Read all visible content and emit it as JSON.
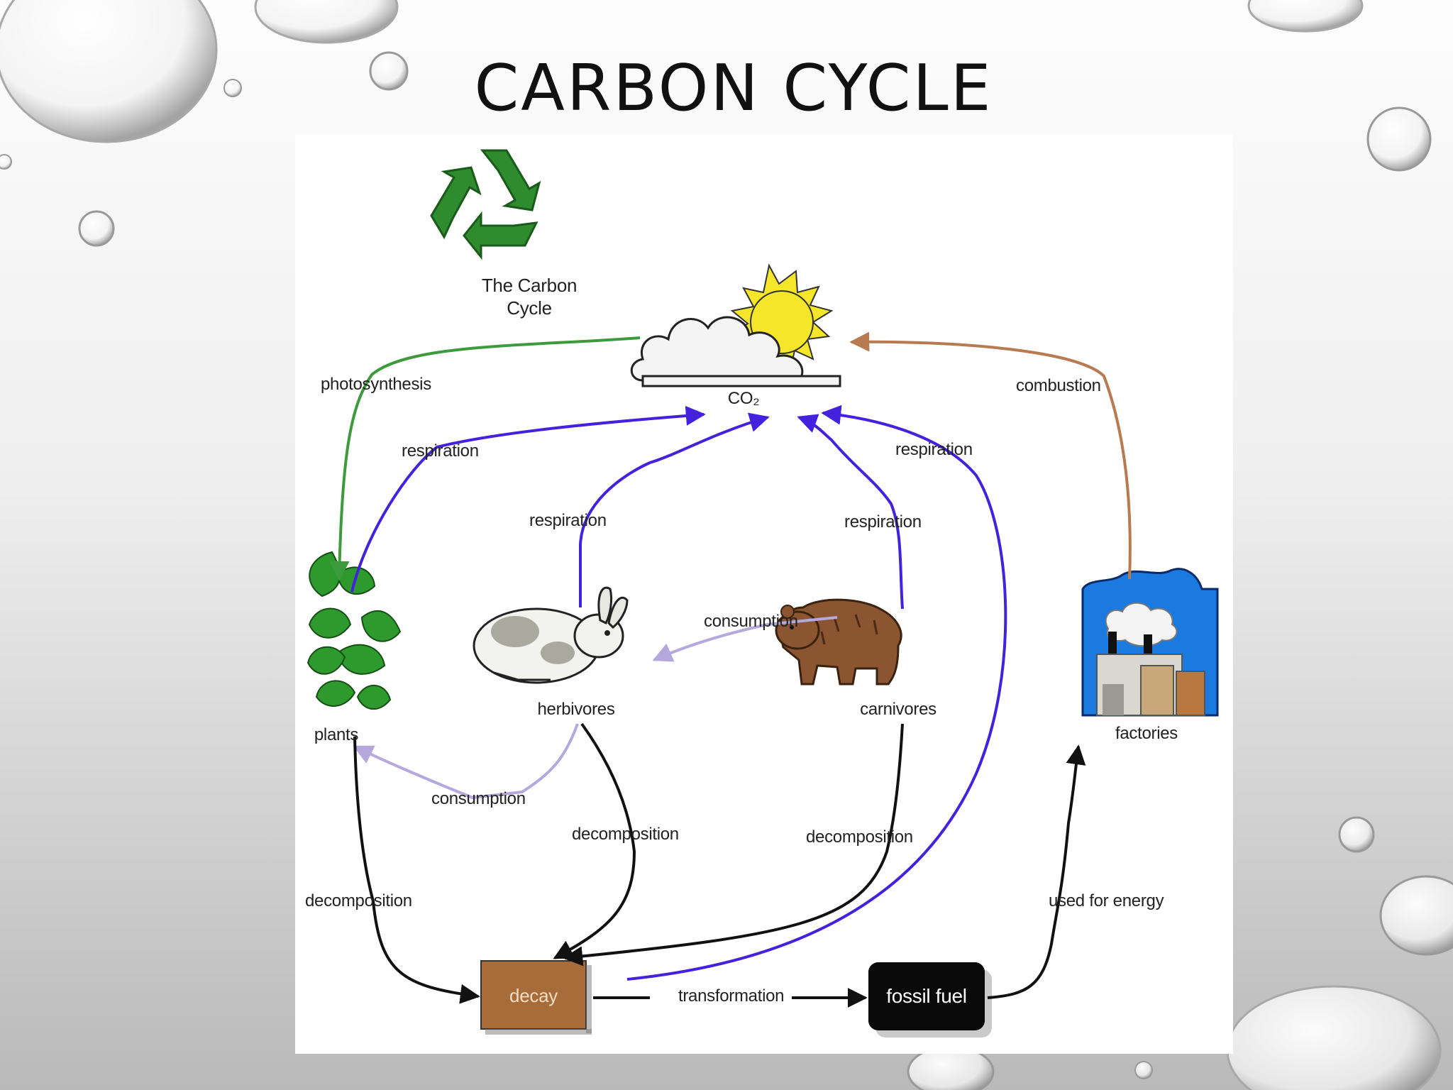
{
  "slide": {
    "title": "CARBON CYCLE"
  },
  "diagram": {
    "logo": {
      "icon": "recycle-icon",
      "caption_line1": "The Carbon",
      "caption_line2": "Cycle"
    },
    "nodes": {
      "co2": {
        "label": "CO₂",
        "icon": "cloud-sun-icon"
      },
      "plants": {
        "label": "plants",
        "icon": "leaves-icon"
      },
      "herbivores": {
        "label": "herbivores",
        "icon": "rabbit-icon"
      },
      "carnivores": {
        "label": "carnivores",
        "icon": "bear-icon"
      },
      "factories": {
        "label": "factories",
        "icon": "factory-icon"
      },
      "decay": {
        "label": "decay"
      },
      "fossil_fuel": {
        "label": "fossil fuel"
      }
    },
    "arrows": {
      "photosynthesis": "photosynthesis",
      "respiration_plants": "respiration",
      "respiration_herbivores": "respiration",
      "respiration_carnivores": "respiration",
      "respiration_decay": "respiration",
      "combustion": "combustion",
      "consumption_top": "consumption",
      "consumption_bottom": "consumption",
      "decomposition_plants": "decomposition",
      "decomposition_herbivores": "decomposition",
      "decomposition_carnivores": "decomposition",
      "transformation": "transformation",
      "used_for_energy": "used for energy"
    },
    "colors": {
      "photosynthesis": "#3d9a3d",
      "respiration": "#4422dd",
      "combustion": "#b87a50",
      "consumption": "#b4a8dc",
      "flow": "#111111",
      "decay_box": "#a86b3a",
      "fossil_box": "#0a0a0a"
    }
  }
}
